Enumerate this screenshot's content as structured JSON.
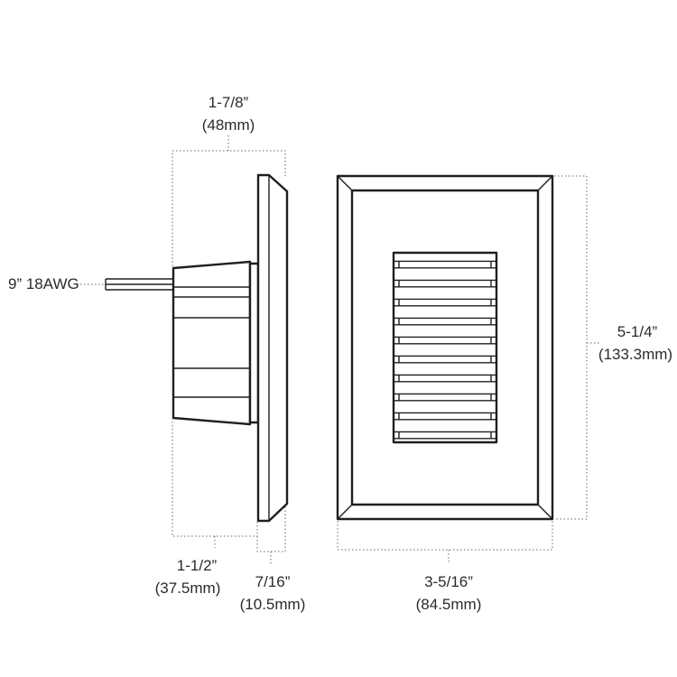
{
  "dimensions": {
    "depth_total": {
      "imperial": "1-7/8”",
      "metric": "(48mm)"
    },
    "housing_depth": {
      "imperial": "1-1/2”",
      "metric": "(37.5mm)"
    },
    "faceplate_depth": {
      "imperial": "7/16”",
      "metric": "(10.5mm)"
    },
    "width": {
      "imperial": "3-5/16”",
      "metric": "(84.5mm)"
    },
    "height": {
      "imperial": "5-1/4”",
      "metric": "(133.3mm)"
    },
    "lead_wire": "9” 18AWG"
  },
  "colors": {
    "line": "#1f1f1f",
    "dimension_line": "#6a6a6a",
    "text": "#2b2b2b",
    "background": "#ffffff"
  }
}
